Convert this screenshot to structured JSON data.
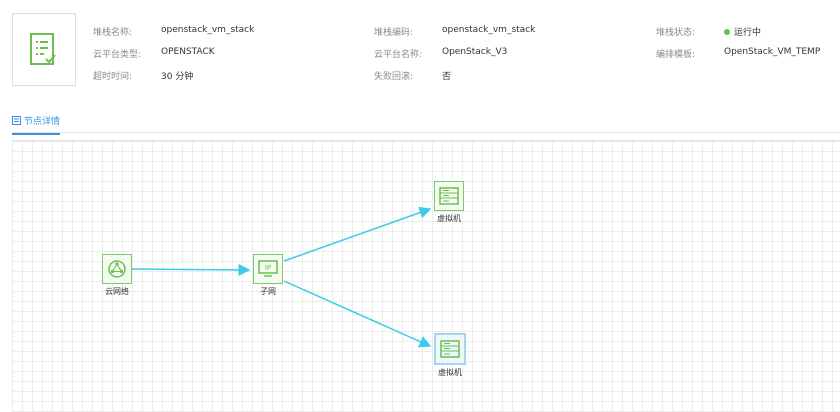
{
  "stack": {
    "name_label": "堆栈名称:",
    "name_value": "openstack_vm_stack",
    "code_label": "堆栈编码:",
    "code_value": "openstack_vm_stack",
    "status_label": "堆栈状态:",
    "status_value": "运行中",
    "platform_type_label": "云平台类型:",
    "platform_type_value": "OPENSTACK",
    "platform_name_label": "云平台名称:",
    "platform_name_value": "OpenStack_V3",
    "template_label": "编排模板:",
    "template_value": "OpenStack_VM_TEMP",
    "timeout_label": "超时时间:",
    "timeout_value": "30 分钟",
    "rollback_label": "失败回滚:",
    "rollback_value": "否"
  },
  "tabs": {
    "node_details": "节点详情"
  },
  "topology": {
    "nodes": [
      {
        "id": "cloud-gateway",
        "label": "云网络",
        "icon": "cloud-network-icon"
      },
      {
        "id": "subnet",
        "label": "子网",
        "icon": "ip-subnet-icon"
      },
      {
        "id": "vm-1",
        "label": "虚拟机",
        "icon": "server-icon"
      },
      {
        "id": "vm-2",
        "label": "虚拟机",
        "icon": "server-icon"
      }
    ],
    "subnet_icon_text": "IP"
  },
  "colors": {
    "accent": "#3a8ee6",
    "node_border": "#7fc86a",
    "icon_green": "#6cbf4e",
    "link": "#3ccbe8",
    "status": "#67c23a"
  }
}
